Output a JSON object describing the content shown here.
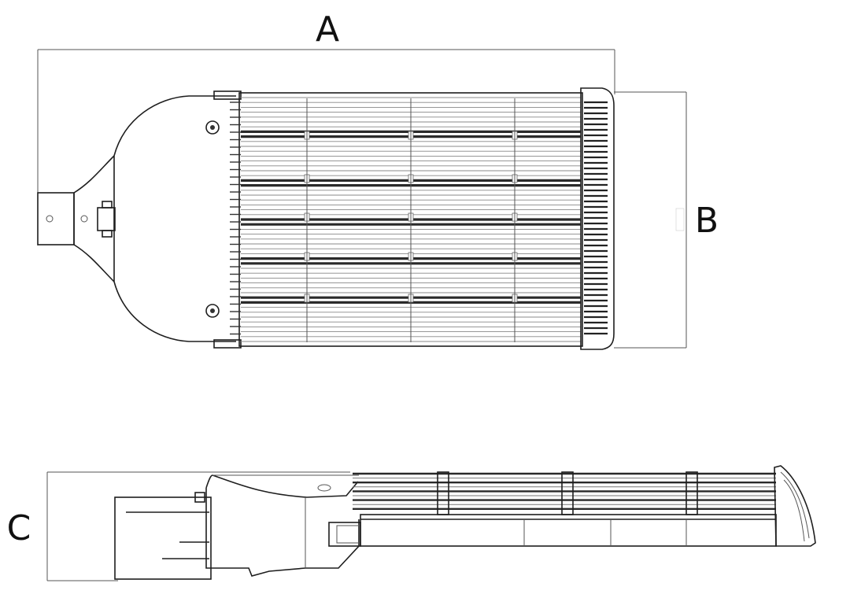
{
  "dimensions": {
    "a_label": "A",
    "b_label": "B",
    "c_label": "C"
  },
  "colors": {
    "line": "#1e1e1e",
    "dim_line": "#555555",
    "fin_dark": "#2a2a2a",
    "fin_light": "#dddddd",
    "background": "#ffffff"
  }
}
